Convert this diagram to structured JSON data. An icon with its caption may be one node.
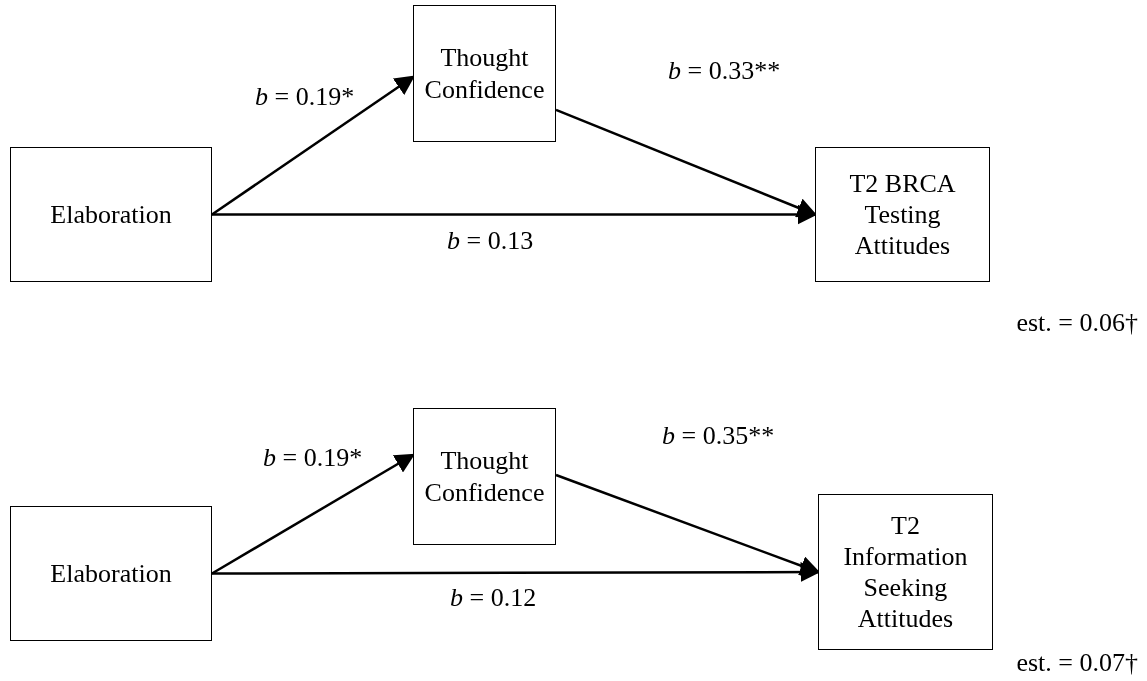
{
  "diagram": {
    "nodes": [
      {
        "text": [
          "Elaboration"
        ]
      },
      {
        "text": [
          "Thought Confidence"
        ]
      },
      {
        "text": [
          "T2 BRCA Testing Attitudes"
        ],
        "beside": [
          "est. = 0.06†"
        ]
      },
      {
        "text": [
          "Elaboration"
        ]
      },
      {
        "text": [
          "Thought Confidence"
        ]
      },
      {
        "text": [
          "T2 Information Seeking Attitudes"
        ],
        "beside": [
          "est. = 0.07†"
        ]
      }
    ],
    "edges": [
      {
        "from": 0,
        "to": 1,
        "arrow": "to",
        "label": "*b* = 0.19*"
      },
      {
        "from": 1,
        "to": 2,
        "arrow": "to",
        "label": "*b* = 0.33**"
      },
      {
        "from": 0,
        "to": 2,
        "arrow": "to",
        "label": "*b* = 0.13"
      },
      {
        "from": 3,
        "to": 4,
        "arrow": "to",
        "label": "*b* = 0.19*"
      },
      {
        "from": 4,
        "to": 5,
        "arrow": "to",
        "label": "*b* = 0.35**"
      },
      {
        "from": 3,
        "to": 5,
        "arrow": "to",
        "label": "*b* = 0.12"
      }
    ]
  }
}
